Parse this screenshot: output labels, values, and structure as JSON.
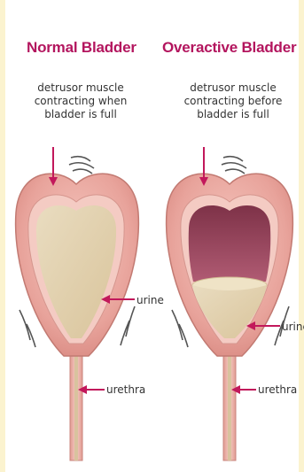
{
  "panels": {
    "normal": {
      "title": "Normal Bladder",
      "caption": "detrusor muscle\ncontracting when\nbladder is full",
      "urine_label": "urine",
      "urethra_label": "urethra"
    },
    "overactive": {
      "title": "Overactive Bladder",
      "caption": "detrusor muscle\ncontracting before\nbladder  is full",
      "urine_label": "urine",
      "urethra_label": "urethra"
    }
  },
  "colors": {
    "title": "#b3155e",
    "arrow": "#c2185b",
    "bladder_wall": "#e7a09a",
    "bladder_inner_wall": "#f2c4bc",
    "urine": "#e3d1ae",
    "empty_space": "#9a4a60",
    "background": "#ffffff",
    "border": "#fbf3cf"
  }
}
